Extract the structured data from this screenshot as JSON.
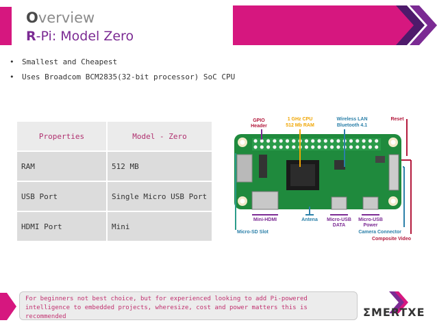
{
  "header": {
    "title_first": "O",
    "title_rest": "verview",
    "subtitle_first": "R",
    "subtitle_rest": "-Pi: Model Zero"
  },
  "bullets": [
    "Smallest and Cheapest",
    "Uses Broadcom BCM2835(32-bit processor) SoC CPU"
  ],
  "table": {
    "headers": [
      "Properties",
      "Model - Zero"
    ],
    "rows": [
      [
        "RAM",
        "512 MB"
      ],
      [
        "USB Port",
        "Single   Micro   USB Port"
      ],
      [
        "HDMI Port",
        "Mini"
      ]
    ]
  },
  "board_labels": {
    "gpio": [
      "GPIO",
      "Header"
    ],
    "cpu": [
      "1 GHz CPU",
      "512 Mb RAM"
    ],
    "wlan": [
      "Wireless LAN",
      "Bluetooth 4.1"
    ],
    "reset": "Reset",
    "mini_hdmi": "Mini-HDMI",
    "antena": "Antena",
    "usb_data": [
      "Micro-USB",
      "DATA"
    ],
    "usb_power": [
      "Micro-USB",
      "Power"
    ],
    "micro_sd": "Micro-SD Slot",
    "camera": "Camera Connector",
    "composite": "Composite Video"
  },
  "note": "For beginners not best choice, but for experienced looking to add Pi-powered intelligence to embedded projects, wheresize, cost and power matters this is recommended",
  "logo": {
    "text": "MERTXE",
    "prefix_glyph": "Σ"
  },
  "colors": {
    "magenta": "#d6177f",
    "purple": "#7b2a93",
    "dark_purple": "#4e1a6b",
    "board_green": "#1f8a3d"
  }
}
